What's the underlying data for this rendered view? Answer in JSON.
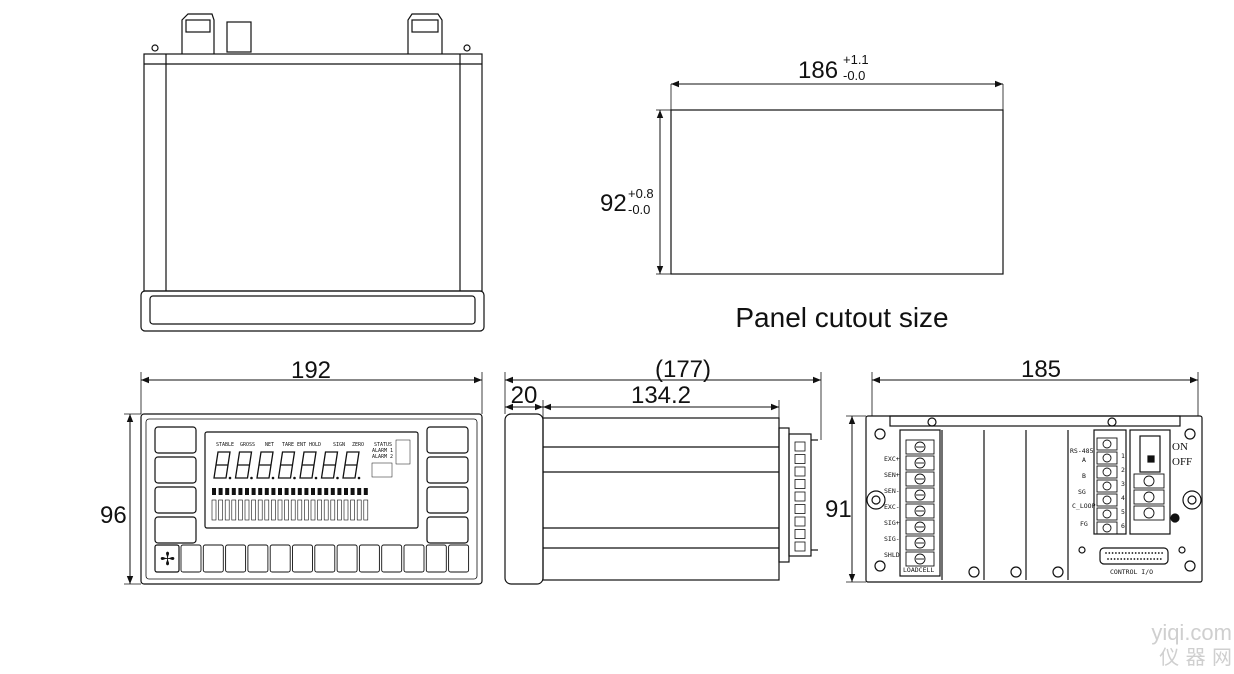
{
  "cutout": {
    "width_main": "186",
    "width_tol_plus": "+1.1",
    "width_tol_minus": "-0.0",
    "height_main": "92",
    "height_tol_plus": "+0.8",
    "height_tol_minus": "-0.0",
    "caption": "Panel cutout size"
  },
  "front": {
    "width": "192",
    "height": "96",
    "lcd_labels": [
      "STABLE",
      "GROSS",
      "NET",
      "TARE ENT",
      "HOLD",
      "SIGN",
      "ZERO",
      "ALARM 1",
      "ALARM 2",
      "STATUS"
    ]
  },
  "side": {
    "total": "(177)",
    "bezel": "20",
    "body": "134.2"
  },
  "rear": {
    "width": "185",
    "height": "91",
    "terminal_left": [
      "EXC+",
      "SEN+",
      "SEN-",
      "EXC-",
      "SIG+",
      "SIG-",
      "SHLD"
    ],
    "loadcell_label": "LOADCELL",
    "rs485": "RS-485",
    "terminal_right": [
      "A",
      "B",
      "SG",
      "C_LOOP",
      "FG"
    ],
    "terminal_numbers": [
      "1",
      "2",
      "3",
      "4",
      "5",
      "6"
    ],
    "control_label": "CONTROL I/O",
    "switch_on": "ON",
    "switch_off": "OFF"
  },
  "watermark": {
    "line1": "yiqi.com",
    "line2": "仪 器 网"
  },
  "colors": {
    "line": "#111111",
    "watermark": "#cfcfcf"
  }
}
